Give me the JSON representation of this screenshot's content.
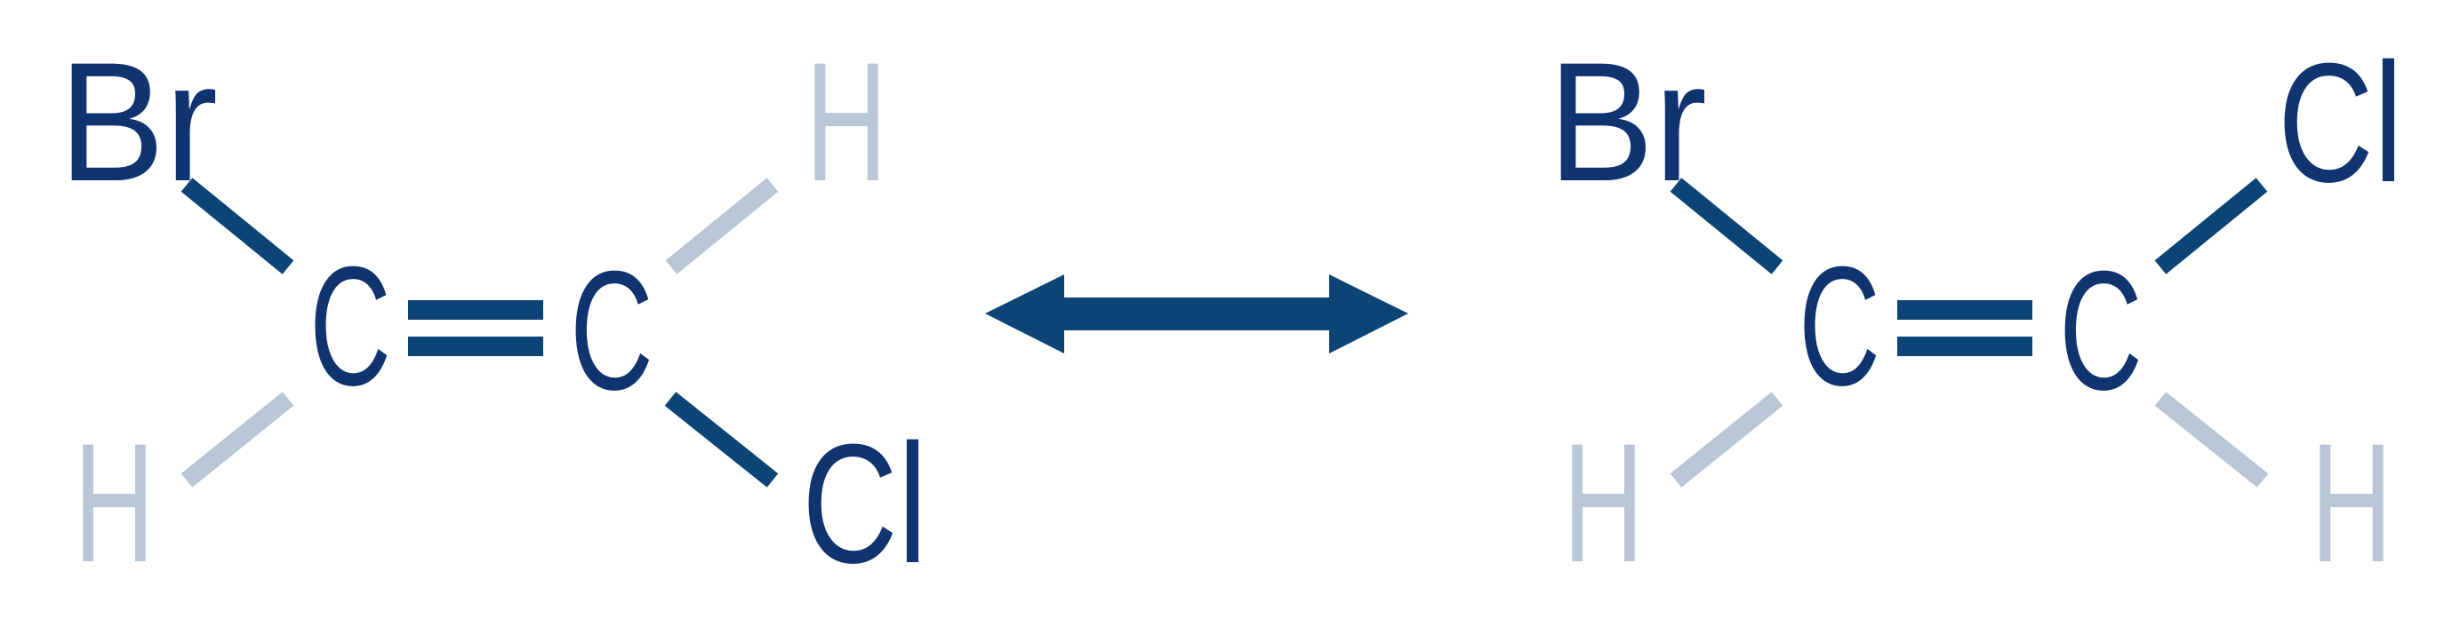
{
  "colors": {
    "atom_dark": "#0f3470",
    "bond_dark": "#0b4475",
    "hydrogen_light": "#b8c6d6",
    "arrow": "#0b4475",
    "background": "#ffffff"
  },
  "molecule_left": {
    "atoms": {
      "top_left": "Br",
      "carbon_1": "C",
      "carbon_2": "C",
      "top_right": "H",
      "bottom_left": "H",
      "bottom_right": "Cl"
    }
  },
  "arrow": {
    "type": "resonance-double-headed-arrow"
  },
  "molecule_right": {
    "atoms": {
      "top_left": "Br",
      "carbon_1": "C",
      "carbon_2": "C",
      "top_right": "Cl",
      "bottom_left": "H",
      "bottom_right": "H"
    }
  }
}
